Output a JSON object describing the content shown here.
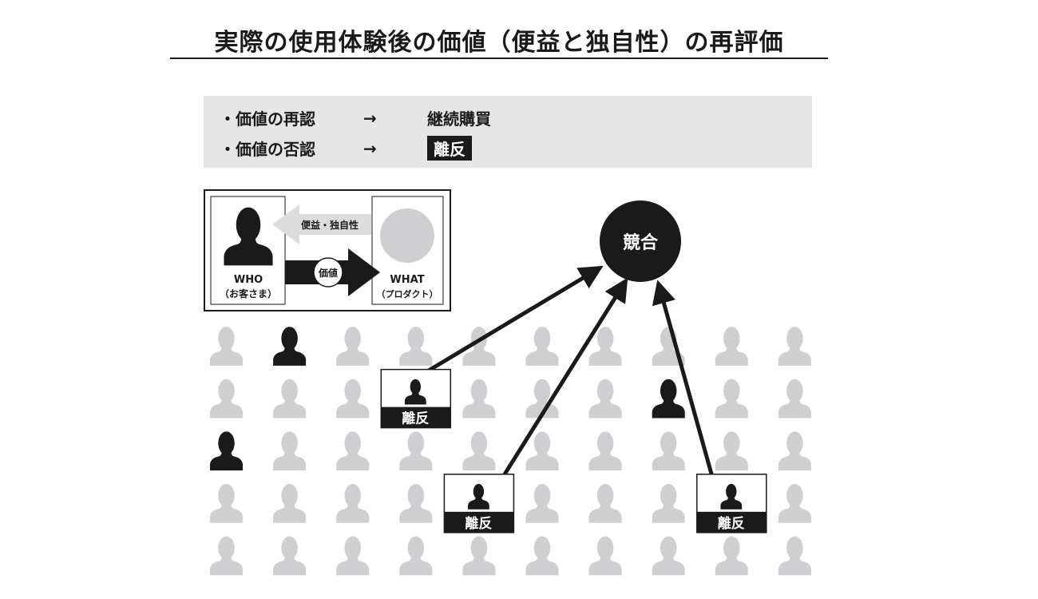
{
  "title": "実際の使用体験後の価値（便益と独自性）の再評価",
  "summary": [
    {
      "label": "・価値の再認",
      "arrow": "→",
      "result": "継続購買",
      "highlighted": false
    },
    {
      "label": "・価値の否認",
      "arrow": "→",
      "result": "離反",
      "highlighted": true
    }
  ],
  "inset": {
    "benefit_label": "便益・独自性",
    "value_label": "価値",
    "who_label": "WHO",
    "who_sub": "（お客さま）",
    "what_label": "WHAT",
    "what_sub": "（プロダクト）"
  },
  "competitor_label": "競合",
  "churn_label": "離反",
  "colors": {
    "dark": "#1a1a1a",
    "gray": "#cfcfd1",
    "panel": "#e6e6e7"
  }
}
